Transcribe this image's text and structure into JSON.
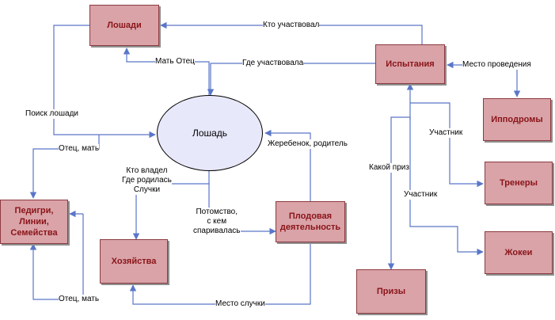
{
  "colors": {
    "box_fill": "#d9a3a8",
    "box_border": "#8c3a3f",
    "box_text": "#8a1418",
    "ellipse_fill": "#e8e8fb",
    "connector": "#5a76c8"
  },
  "nodes": {
    "horses": "Лошади",
    "horse": "Лошадь",
    "trials": "Испытания",
    "hippodromes": "Ипподромы",
    "pedigree": "Педигри,\nЛинии,\nСемейства",
    "owners": "Хозяйства",
    "breeding": "Плодовая\nдеятельность",
    "trainers": "Тренеры",
    "jockeys": "Жокеи",
    "prizes": "Призы"
  },
  "edges": {
    "who_participated": "Кто участвовал",
    "mother_father": "Мать Отец",
    "where_participated": "Где участвовала",
    "venue": "Место проведения",
    "horse_search": "Поиск лошади",
    "father_mother_top": "Отец, мать",
    "foal_parent": "Жеребенок, родитель",
    "participant_1": "Участник",
    "which_prize": "Какой приз",
    "participant_2": "Участник",
    "owner_info": "Кто владел\nГде родилась\nСлучки",
    "offspring": "Потомство,\nс кем\nспаривалась",
    "father_mother_bottom": "Отец, мать",
    "mating_place": "Место случки"
  }
}
